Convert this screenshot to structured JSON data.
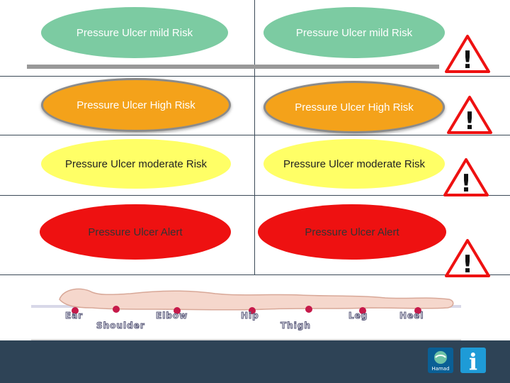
{
  "colors": {
    "mild": "#7ccba2",
    "high": "#f4a21a",
    "moderate": "#ffff66",
    "alert": "#ee1111",
    "footer": "#2e4356"
  },
  "rows": [
    {
      "left": "Pressure Ulcer mild Risk",
      "right": "Pressure Ulcer mild Risk"
    },
    {
      "left": "Pressure Ulcer High Risk",
      "right": "Pressure Ulcer High Risk"
    },
    {
      "left": "Pressure Ulcer moderate Risk",
      "right": "Pressure Ulcer moderate Risk"
    },
    {
      "left": "Pressure Ulcer Alert",
      "right": "Pressure Ulcer Alert"
    }
  ],
  "warning_glyph": "!",
  "body_points": {
    "top": [
      "Ear",
      "Elbow",
      "Hip",
      "Leg",
      "Heel"
    ],
    "bottom": [
      "Shoulder",
      "Thigh"
    ]
  },
  "icons": [
    "warning-triangle-icon",
    "hamad-logo-icon",
    "info-icon"
  ],
  "footer": {
    "logo_text": "Hamad",
    "info_glyph": "i"
  }
}
